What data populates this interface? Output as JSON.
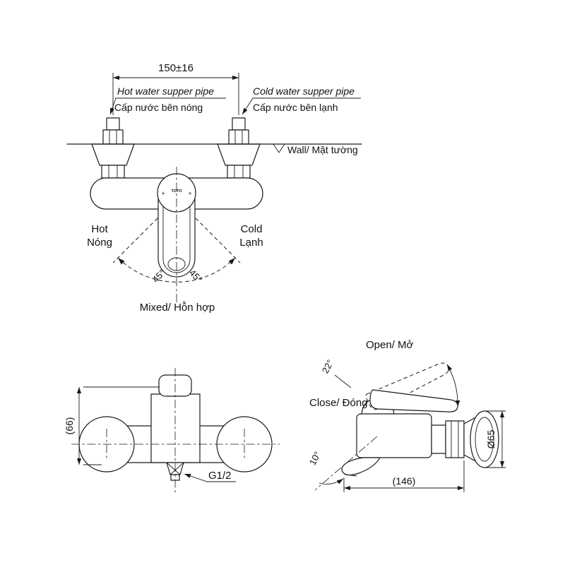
{
  "colors": {
    "line": "#1a1a1a",
    "background": "#ffffff",
    "text": "#111111"
  },
  "top_view": {
    "dim_width": "150±16",
    "hot_pipe_en": "Hot water supper pipe",
    "hot_pipe_vi": "Cấp nước bên nóng",
    "cold_pipe_en": "Cold water supper pipe",
    "cold_pipe_vi": "Cấp nước bên lạnh",
    "wall_label": "Wall/ Mặt tường",
    "hot_en": "Hot",
    "hot_vi": "Nóng",
    "cold_en": "Cold",
    "cold_vi": "Lạnh",
    "angle_left": "45°",
    "angle_right": "45°",
    "mixed_label": "Mixed/ Hỗn hợp",
    "logo": "TOTO",
    "plus_left": "+",
    "plus_right": "+"
  },
  "front_view": {
    "dim_height": "(66)",
    "thread_label": "G1/2"
  },
  "side_view": {
    "open_label": "Open/ Mở",
    "open_angle": "22°",
    "close_label": "Close/ Đóng",
    "spout_angle": "10°",
    "dim_depth": "(146)",
    "flange_dia": "Ø65"
  }
}
